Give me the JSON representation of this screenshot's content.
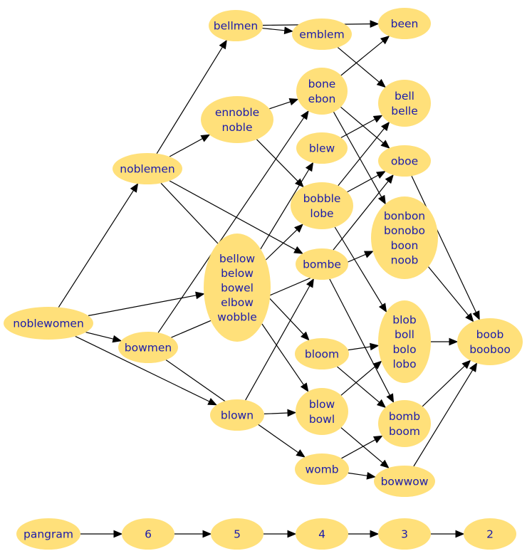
{
  "nodes": [
    {
      "id": "noblewomen",
      "lines": [
        "noblewomen"
      ]
    },
    {
      "id": "noblemen",
      "lines": [
        "noblemen"
      ]
    },
    {
      "id": "bowmen",
      "lines": [
        "bowmen"
      ]
    },
    {
      "id": "bellmen",
      "lines": [
        "bellmen"
      ]
    },
    {
      "id": "ennoble",
      "lines": [
        "ennoble",
        "noble"
      ]
    },
    {
      "id": "bellow",
      "lines": [
        "bellow",
        "below",
        "bowel",
        "elbow",
        "wobble"
      ]
    },
    {
      "id": "blown",
      "lines": [
        "blown"
      ]
    },
    {
      "id": "emblem",
      "lines": [
        "emblem"
      ]
    },
    {
      "id": "bone",
      "lines": [
        "bone",
        "ebon"
      ]
    },
    {
      "id": "blew",
      "lines": [
        "blew"
      ]
    },
    {
      "id": "bobble",
      "lines": [
        "bobble",
        "lobe"
      ]
    },
    {
      "id": "bombe",
      "lines": [
        "bombe"
      ]
    },
    {
      "id": "bloom",
      "lines": [
        "bloom"
      ]
    },
    {
      "id": "blow",
      "lines": [
        "blow",
        "bowl"
      ]
    },
    {
      "id": "womb",
      "lines": [
        "womb"
      ]
    },
    {
      "id": "been",
      "lines": [
        "been"
      ]
    },
    {
      "id": "bell",
      "lines": [
        "bell",
        "belle"
      ]
    },
    {
      "id": "oboe",
      "lines": [
        "oboe"
      ]
    },
    {
      "id": "bonbon",
      "lines": [
        "bonbon",
        "bonobo",
        "boon",
        "noob"
      ]
    },
    {
      "id": "blob",
      "lines": [
        "blob",
        "boll",
        "bolo",
        "lobo"
      ]
    },
    {
      "id": "bomb",
      "lines": [
        "bomb",
        "boom"
      ]
    },
    {
      "id": "bowwow",
      "lines": [
        "bowwow"
      ]
    },
    {
      "id": "boob",
      "lines": [
        "boob",
        "booboo"
      ]
    },
    {
      "id": "pangram",
      "lines": [
        "pangram"
      ]
    },
    {
      "id": "l6",
      "lines": [
        "6"
      ]
    },
    {
      "id": "l5",
      "lines": [
        "5"
      ]
    },
    {
      "id": "l4",
      "lines": [
        "4"
      ]
    },
    {
      "id": "l3",
      "lines": [
        "3"
      ]
    },
    {
      "id": "l2",
      "lines": [
        "2"
      ]
    }
  ],
  "edges": [
    [
      "noblewomen",
      "noblemen"
    ],
    [
      "noblewomen",
      "bowmen"
    ],
    [
      "noblewomen",
      "bellow"
    ],
    [
      "noblewomen",
      "blown"
    ],
    [
      "noblemen",
      "bellmen"
    ],
    [
      "noblemen",
      "ennoble"
    ],
    [
      "noblemen",
      "bombe"
    ],
    [
      "noblemen",
      "bloom"
    ],
    [
      "bowmen",
      "bone"
    ],
    [
      "bowmen",
      "bonbon"
    ],
    [
      "bowmen",
      "womb"
    ],
    [
      "bellmen",
      "emblem"
    ],
    [
      "bellmen",
      "been"
    ],
    [
      "ennoble",
      "bone"
    ],
    [
      "ennoble",
      "bobble"
    ],
    [
      "bellow",
      "blew"
    ],
    [
      "bellow",
      "bobble"
    ],
    [
      "bellow",
      "blow"
    ],
    [
      "blown",
      "blow"
    ],
    [
      "blown",
      "bombe"
    ],
    [
      "emblem",
      "bell"
    ],
    [
      "bone",
      "been"
    ],
    [
      "bone",
      "oboe"
    ],
    [
      "bone",
      "bonbon"
    ],
    [
      "blew",
      "bell"
    ],
    [
      "bobble",
      "bell"
    ],
    [
      "bobble",
      "oboe"
    ],
    [
      "bobble",
      "blob"
    ],
    [
      "bombe",
      "oboe"
    ],
    [
      "bombe",
      "bomb"
    ],
    [
      "bloom",
      "blob"
    ],
    [
      "bloom",
      "bomb"
    ],
    [
      "blow",
      "blob"
    ],
    [
      "blow",
      "bowwow"
    ],
    [
      "womb",
      "bomb"
    ],
    [
      "womb",
      "bowwow"
    ],
    [
      "oboe",
      "boob"
    ],
    [
      "bonbon",
      "boob"
    ],
    [
      "blob",
      "boob"
    ],
    [
      "bomb",
      "boob"
    ],
    [
      "bowwow",
      "boob"
    ],
    [
      "pangram",
      "l6"
    ],
    [
      "l6",
      "l5"
    ],
    [
      "l5",
      "l4"
    ],
    [
      "l4",
      "l3"
    ],
    [
      "l3",
      "l2"
    ]
  ]
}
